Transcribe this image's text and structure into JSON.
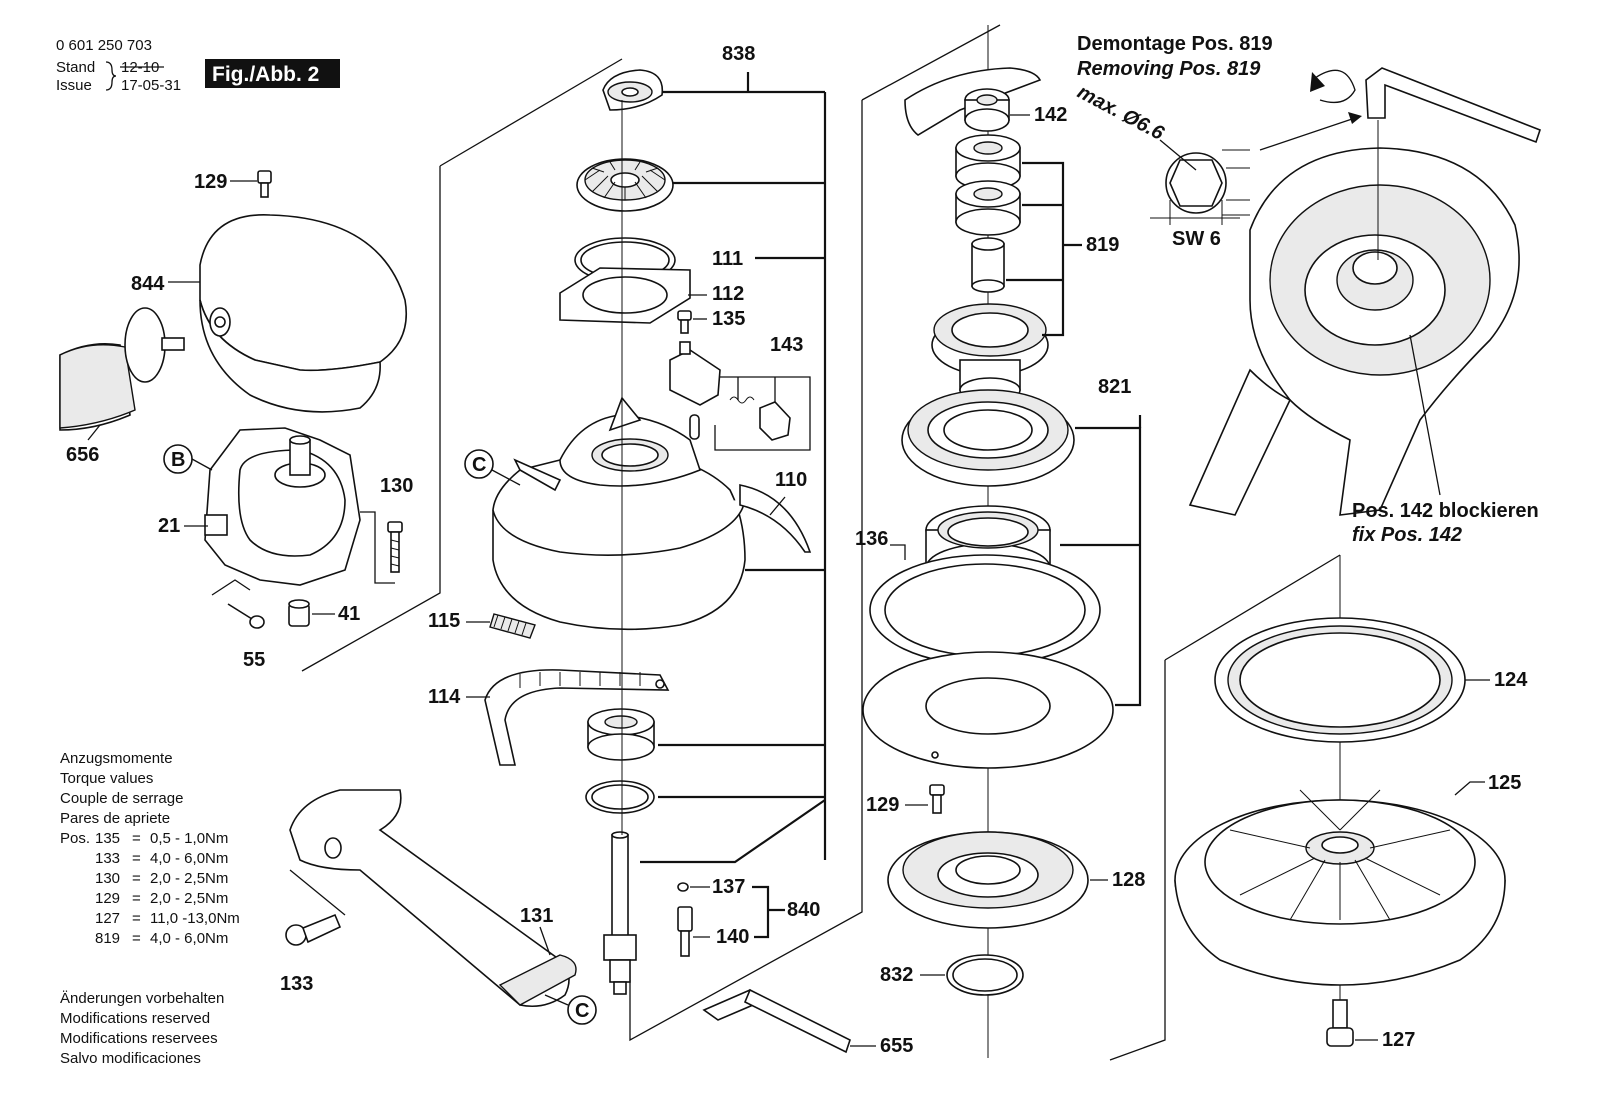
{
  "header": {
    "part_number": "0 601 250 703",
    "stand_label": "Stand",
    "issue_label": "Issue",
    "stand_old": "12-10",
    "issue_date": "17-05-31",
    "figure_label": "Fig./Abb. 2"
  },
  "removal_note": {
    "title_de": "Demontage Pos. 819",
    "title_en": "Removing Pos. 819",
    "max_dia": "max. Ø6.6",
    "sw": "SW 6",
    "block_de": "Pos. 142 blockieren",
    "block_en": "fix Pos. 142"
  },
  "torque": {
    "title_lines": [
      "Anzugsmomente",
      "Torque values",
      "Couple de serrage",
      "Pares de apriete"
    ],
    "rows": [
      {
        "prefix": "Pos.",
        "pos": "135",
        "value": "0,5 - 1,0Nm"
      },
      {
        "prefix": "",
        "pos": "133",
        "value": "4,0 - 6,0Nm"
      },
      {
        "prefix": "",
        "pos": "130",
        "value": "2,0 - 2,5Nm"
      },
      {
        "prefix": "",
        "pos": "129",
        "value": "2,0 - 2,5Nm"
      },
      {
        "prefix": "",
        "pos": "127",
        "value": "11,0 -13,0Nm"
      },
      {
        "prefix": "",
        "pos": "819",
        "value": "4,0 - 6,0Nm"
      }
    ]
  },
  "modifications": [
    "Änderungen vorbehalten",
    "Modifications reserved",
    "Modifications reservees",
    "Salvo modificaciones"
  ],
  "callouts": {
    "b": "B",
    "c1": "C",
    "c2": "C"
  },
  "parts": {
    "p838": "838",
    "p129a": "129",
    "p844": "844",
    "p656": "656",
    "p21": "21",
    "p130": "130",
    "p41": "41",
    "p55": "55",
    "p111": "111",
    "p112": "112",
    "p135": "135",
    "p143": "143",
    "p110": "110",
    "p115": "115",
    "p114": "114",
    "p131": "131",
    "p133": "133",
    "p137": "137",
    "p840": "840",
    "p140": "140",
    "p655": "655",
    "p142": "142",
    "p819": "819",
    "p821": "821",
    "p136": "136",
    "p129b": "129",
    "p128": "128",
    "p832": "832",
    "p124": "124",
    "p125": "125",
    "p127": "127"
  }
}
